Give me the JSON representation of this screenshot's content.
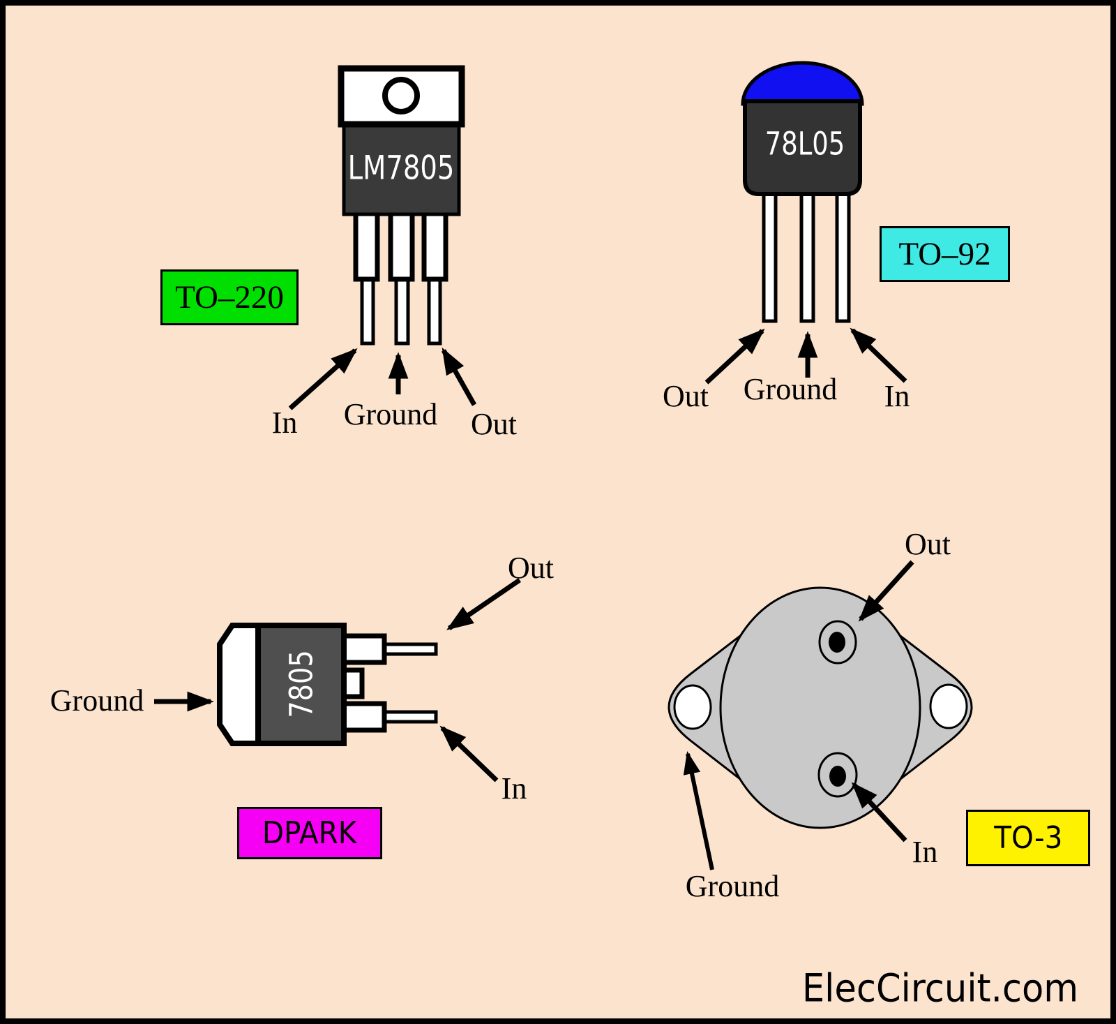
{
  "colors": {
    "background": "#FCE3CD",
    "frame": "#000000",
    "package_body_dark": "#3A3A3A",
    "to92_body_dark": "#333333",
    "dpark_body_gray": "#4F4F4F",
    "to92_dome_blue": "#1010F0",
    "to3_metal_gray": "#C9C9C9",
    "lead_white": "#FFFFFF",
    "badge_to220_green": "#00DF00",
    "badge_to92_cyan": "#3FE9E4",
    "badge_dpark_magenta": "#F500F5",
    "badge_to3_yellow": "#FFF200"
  },
  "to220": {
    "badge_label": "TO–220",
    "marking": "LM7805",
    "pin_in": "In",
    "pin_ground": "Ground",
    "pin_out": "Out"
  },
  "to92": {
    "badge_label": "TO–92",
    "marking": "78L05",
    "pin_out": "Out",
    "pin_ground": "Ground",
    "pin_in": "In"
  },
  "dpark": {
    "badge_label": "DPARK",
    "marking": "7805",
    "pin_out": "Out",
    "pin_ground": "Ground",
    "pin_in": "In"
  },
  "to3": {
    "badge_label": "TO-3",
    "pin_out": "Out",
    "pin_ground": "Ground",
    "pin_in": "In"
  },
  "watermark": "ElecCircuit.com"
}
